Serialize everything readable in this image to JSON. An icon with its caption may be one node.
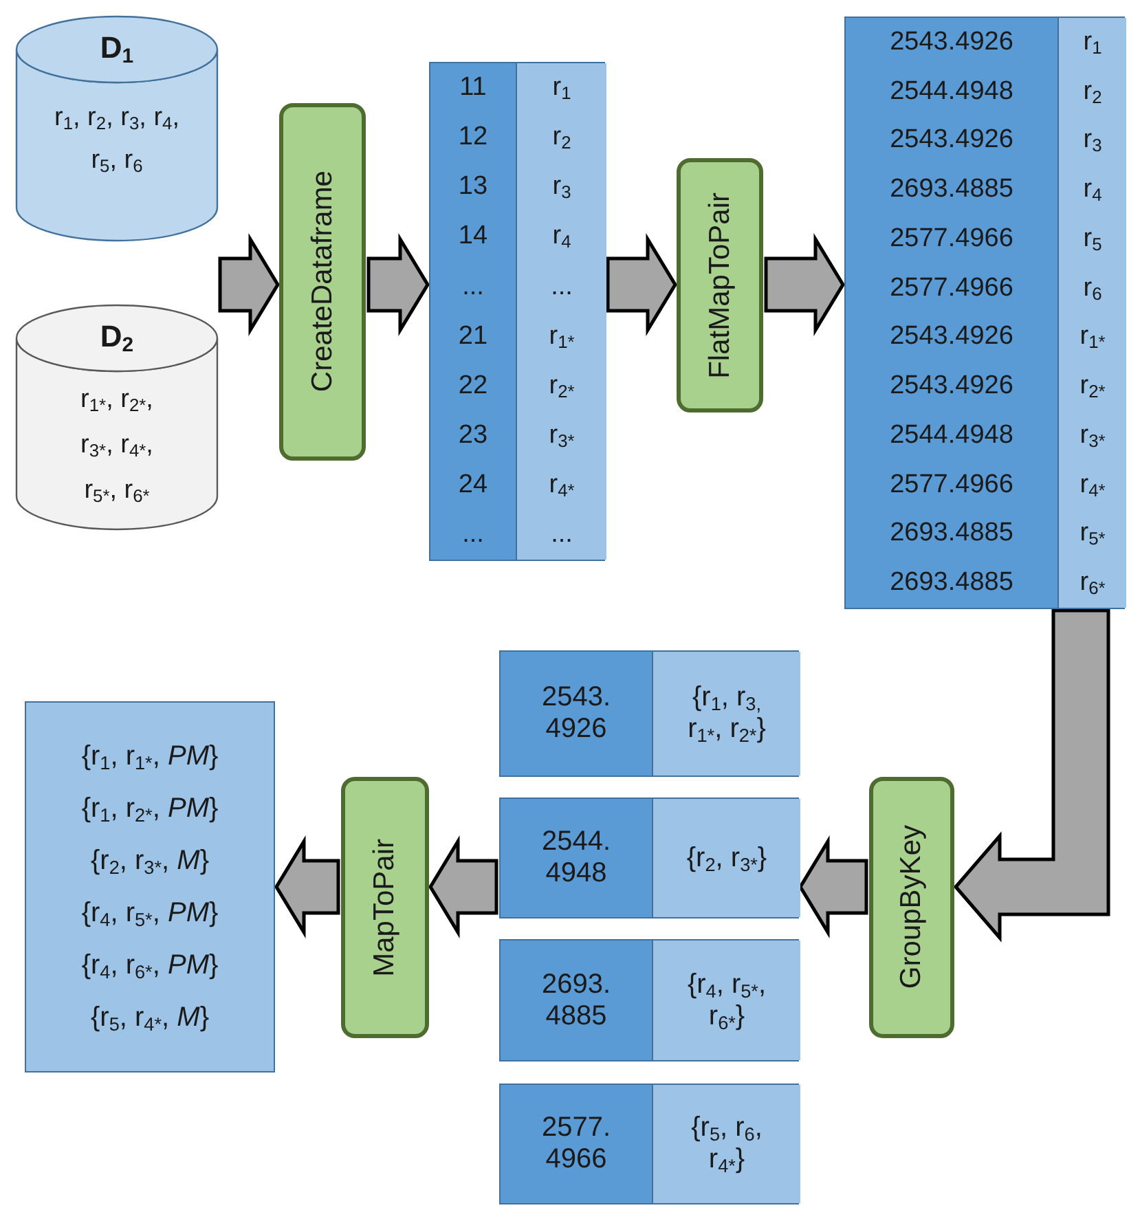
{
  "diagram": {
    "nodes": [
      {
        "text": [
          "D$_{1}$",
          "r$_{1}$, r$_{2}$, r$_{3}$, r$_{4}$, r$_{5}$, r$_{6}$"
        ]
      },
      {
        "text": [
          "D$_{2}$",
          "r$_{1*}$, r$_{2*}$, r$_{3*}$, r$_{4*}$, r$_{5*}$, r$_{6*}$"
        ]
      },
      {
        "text": [
          "CreateDataframe"
        ]
      },
      {
        "text": [
          "11",
          "r$_{1}$",
          "12",
          "r$_{2}$",
          "13",
          "r$_{3}$",
          "14",
          "r$_{4}$",
          "...",
          "...",
          "21",
          "r$_{1*}$",
          "22",
          "r$_{2*}$",
          "23",
          "r$_{3*}$",
          "24",
          "r$_{4*}$",
          "...",
          "..."
        ]
      },
      {
        "text": [
          "FlatMapToPair"
        ]
      },
      {
        "text": [
          "2543.4926",
          "r$_{1}$",
          "2544.4948",
          "r$_{2}$",
          "2543.4926",
          "r$_{3}$",
          "2693.4885",
          "r$_{4}$",
          "2577.4966",
          "r$_{5}$",
          "2577.4966",
          "r$_{6}$",
          "2543.4926",
          "r$_{1*}$",
          "2543.4926",
          "r$_{2*}$",
          "2544.4948",
          "r$_{3*}$",
          "2577.4966",
          "r$_{4*}$",
          "2693.4885",
          "r$_{5*}$",
          "2693.4885",
          "r$_{6*}$"
        ]
      },
      {
        "text": [
          "GroupByKey"
        ]
      },
      {
        "text": [
          "2543. 4926",
          "{r$_{1}$, r$_{3,}$ r$_{1*}$, r$_{2*}$}"
        ]
      },
      {
        "text": [
          "2544. 4948",
          "{r$_{2}$, r$_{3*}$}"
        ]
      },
      {
        "text": [
          "2693. 4885",
          "{r$_{4}$, r$_{5*}$, r$_{6*}$}"
        ]
      },
      {
        "text": [
          "2577. 4966",
          "{r$_{5}$, r$_{6}$, r$_{4*}$}"
        ]
      },
      {
        "text": [
          "MapToPair"
        ]
      },
      {
        "text": [
          "{r$_{1}$, r$_{1*}$, *PM*}",
          "{r$_{1}$, r$_{2*}$, *PM*}",
          "{r$_{2}$, r$_{3*}$, *M*}",
          "{r$_{4}$, r$_{5*}$, *PM*}",
          "{r$_{4}$, r$_{6*}$, *PM*}",
          "{r$_{5}$, r$_{4*}$, *M*}"
        ]
      }
    ],
    "edges": [
      {
        "from": 0,
        "to": 2,
        "arrow": "to"
      },
      {
        "from": 1,
        "to": 2,
        "arrow": "to"
      },
      {
        "from": 2,
        "to": 3,
        "arrow": "to"
      },
      {
        "from": 3,
        "to": 4,
        "arrow": "to"
      },
      {
        "from": 4,
        "to": 5,
        "arrow": "to"
      },
      {
        "from": 5,
        "to": 6,
        "arrow": "to"
      },
      {
        "from": 6,
        "to": 8,
        "arrow": "to"
      },
      {
        "from": 8,
        "to": 11,
        "arrow": "to"
      },
      {
        "from": 11,
        "to": 12,
        "arrow": "to"
      }
    ]
  }
}
